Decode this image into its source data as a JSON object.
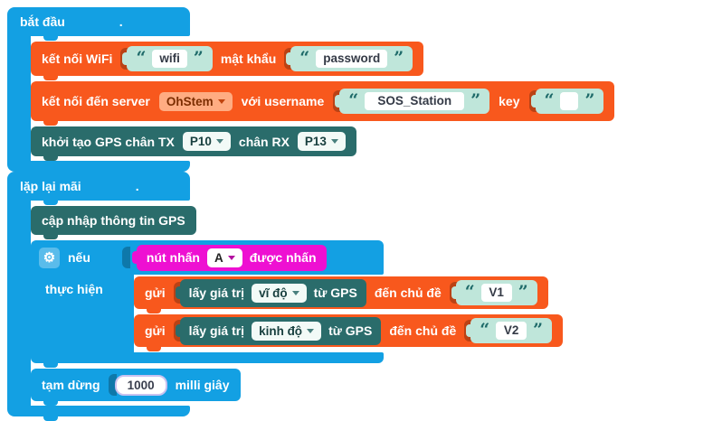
{
  "colors": {
    "block_blue": "#13A0E3",
    "block_orange": "#F8581D",
    "block_teal": "#2A6C6B",
    "block_magenta": "#EE10D2",
    "string_block_mint": "#BFE6DA",
    "field_background": "#FFFFFF"
  },
  "start_block": {
    "title": "bắt đầu",
    "collapsed_dot": ".",
    "wifi_connect": {
      "label_connect": "kết nối WiFi",
      "ssid": "wifi",
      "label_password": "mật khẩu",
      "password": "password"
    },
    "server_connect": {
      "label_connect": "kết nối đến server",
      "server": "OhStem",
      "label_username": "với username",
      "username": "SOS_Station",
      "label_key": "key",
      "key": ""
    },
    "gps_init": {
      "label_tx": "khởi tạo GPS chân TX",
      "tx_pin": "P10",
      "label_rx": "chân RX",
      "rx_pin": "P13"
    }
  },
  "forever_block": {
    "title": "lặp lại mãi",
    "collapsed_dot": ".",
    "gps_update": {
      "label": "cập nhập thông tin GPS"
    },
    "if_block": {
      "if_label": "nếu",
      "do_label": "thực hiện",
      "condition": {
        "label_button": "nút nhấn",
        "button": "A",
        "label_pressed": "được nhấn"
      },
      "sends": [
        {
          "send_label": "gửi",
          "get_label": "lấy giá trị",
          "coordinate": "vĩ độ",
          "from_label": "từ GPS",
          "topic_label": "đến chủ đề",
          "topic": "V1"
        },
        {
          "send_label": "gửi",
          "get_label": "lấy giá trị",
          "coordinate": "kinh độ",
          "from_label": "từ GPS",
          "topic_label": "đến chủ đề",
          "topic": "V2"
        }
      ]
    },
    "delay": {
      "label": "tạm dừng",
      "duration": "1000",
      "unit": "milli giây"
    }
  }
}
